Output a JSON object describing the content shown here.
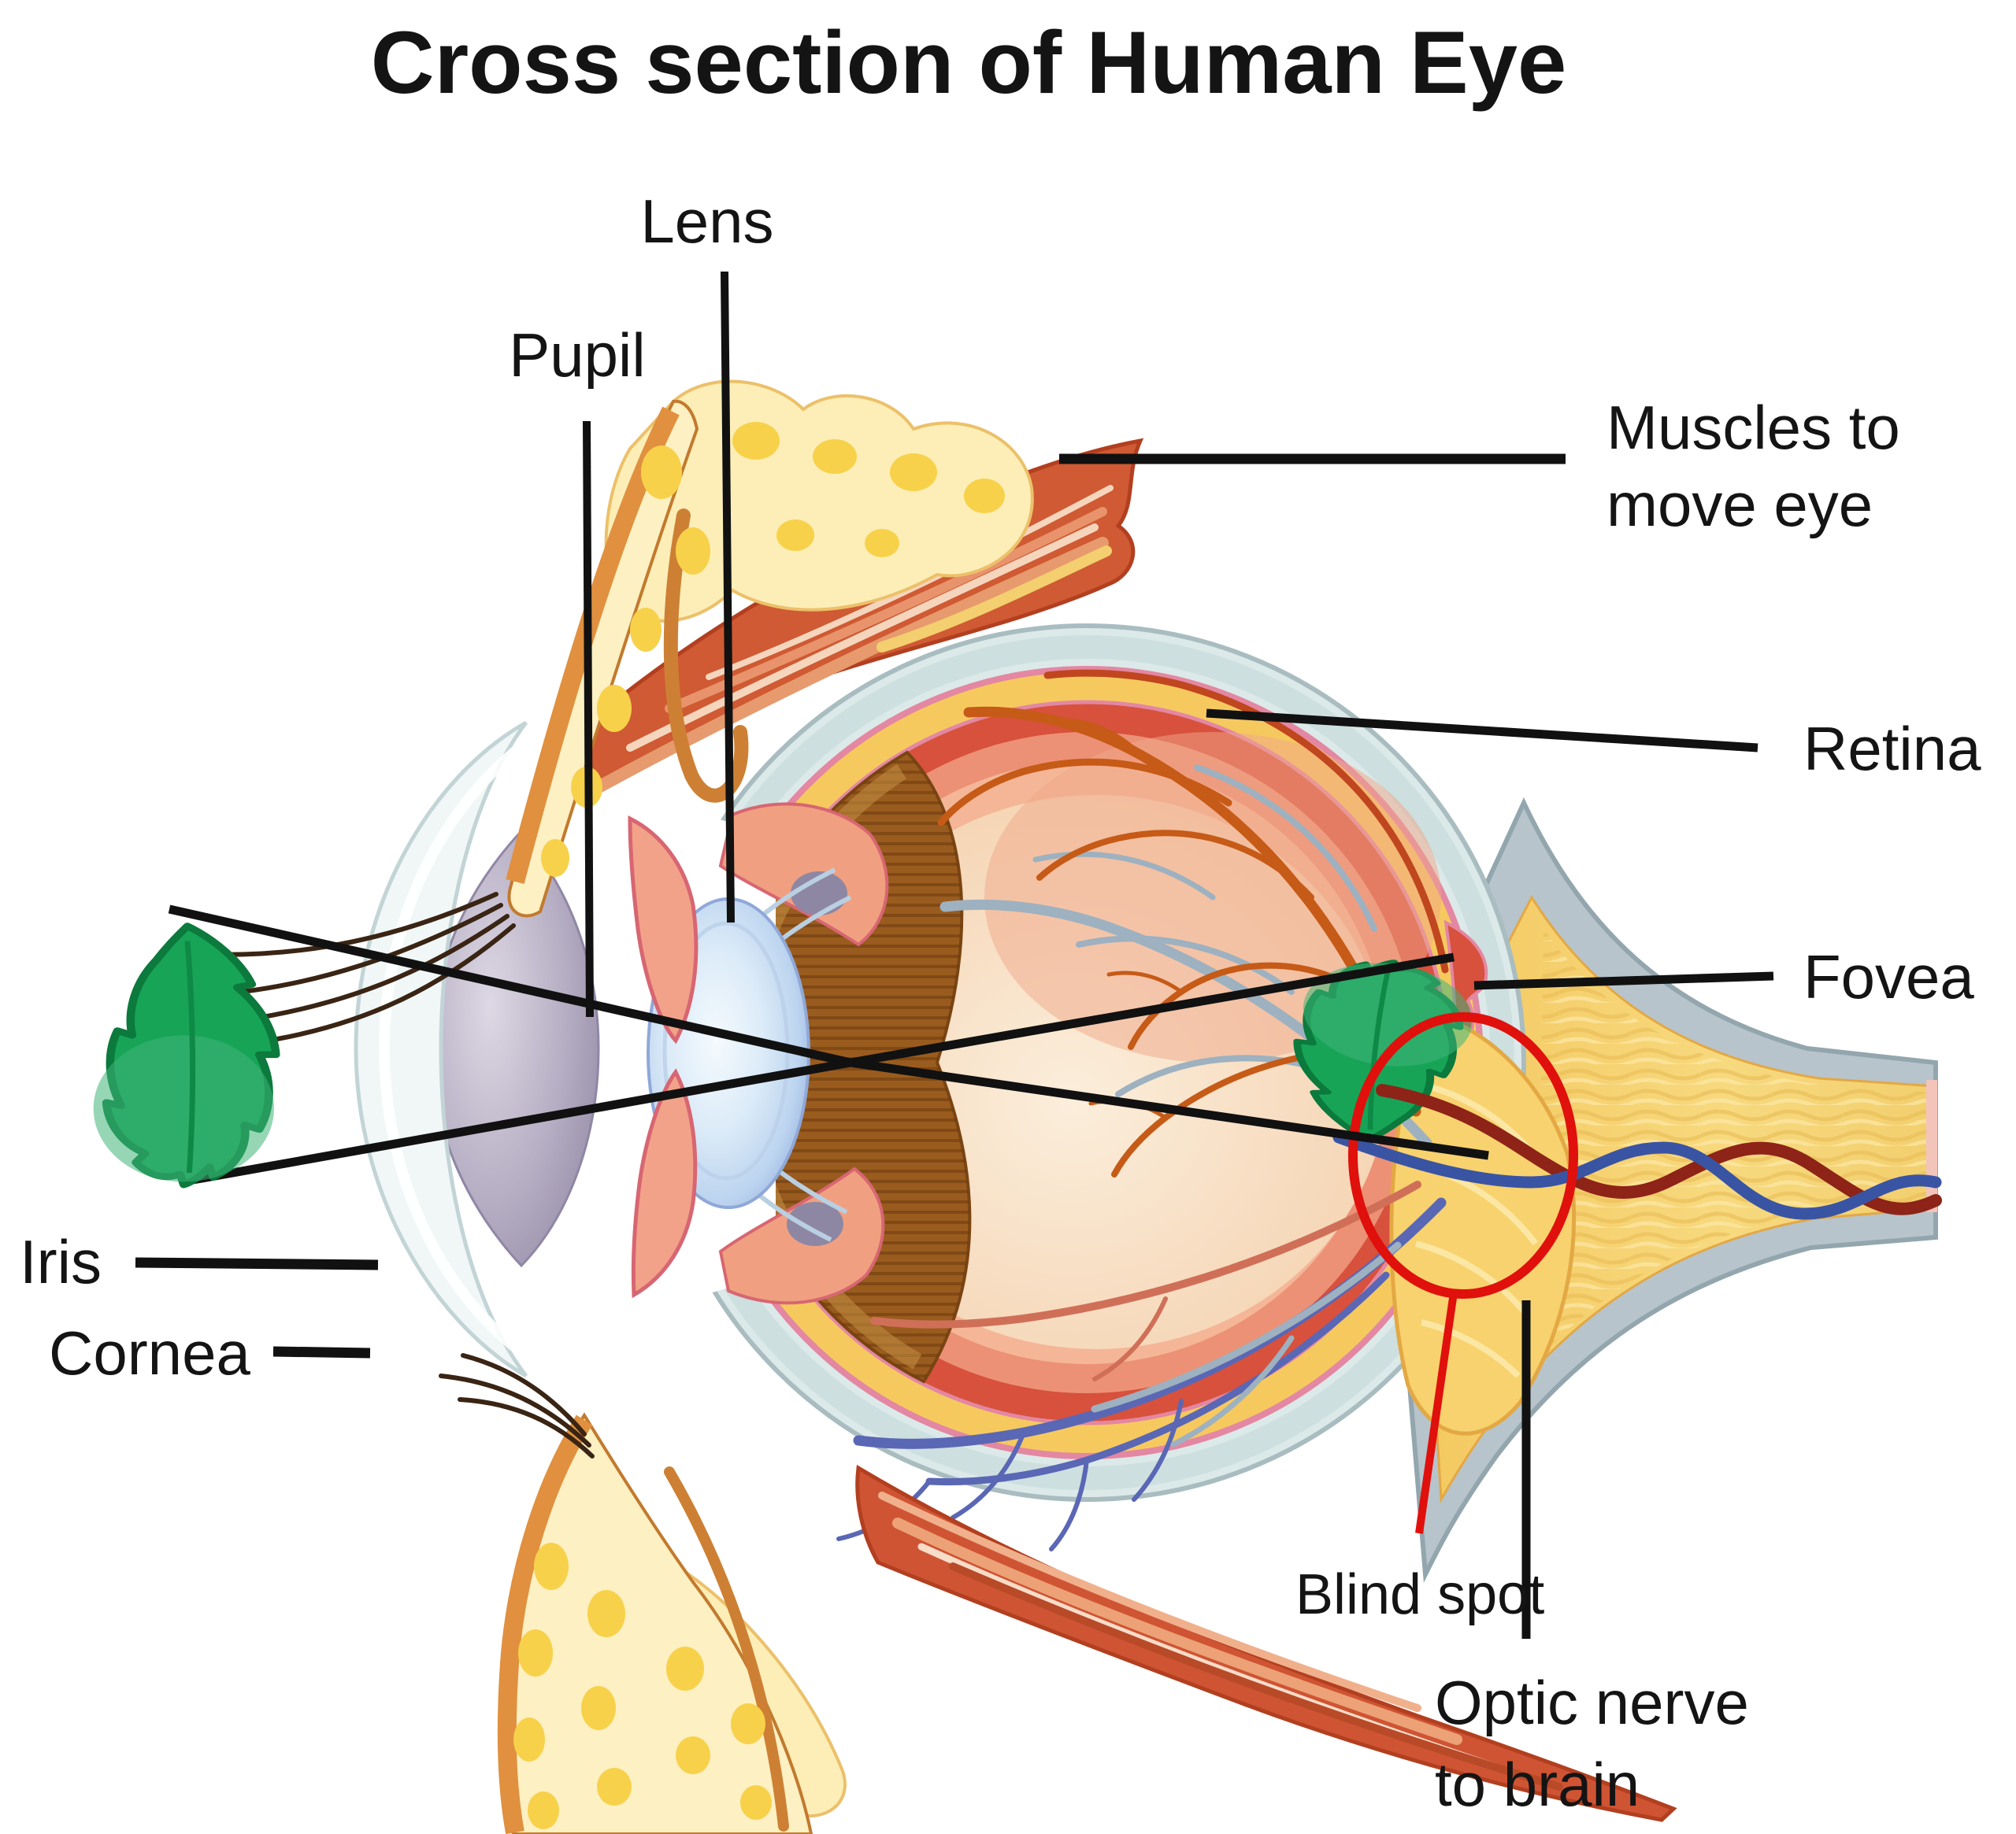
{
  "title": "Cross section of Human Eye",
  "labels": {
    "lens": "Lens",
    "pupil": "Pupil",
    "muscles_line1": "Muscles to",
    "muscles_line2": "move eye",
    "retina": "Retina",
    "fovea": "Fovea",
    "iris": "Iris",
    "cornea": "Cornea",
    "blind_spot": "Blind spot",
    "optic_line1": "Optic nerve",
    "optic_line2": "to brain"
  },
  "colors": {
    "label_ink": "#141414",
    "pointer_black": "#111111",
    "blind_spot_red": "#e0100c",
    "leaf_green": "#17a457",
    "leaf_outline": "#0b7a3c",
    "sclera": "#dce9e9",
    "choroid_yellow": "#f6c95f",
    "retina_red": "#d7513d",
    "retina_salmon": "#ec9175",
    "vitreous": "#f7d9ba",
    "artery_orange": "#c65a17",
    "vein_grey": "#9db1c0",
    "vein_blue": "#5a67b5",
    "muscle_red": "#cf5a33",
    "eyelid_cream": "#fdf0c2",
    "eyelid_border": "#e0903f",
    "fat_yellow": "#f8d14b",
    "nerve_yellow": "#f6d36b",
    "nerve_sheath": "#b7c4cb",
    "lens_blue": "#c9ddf4",
    "iris_pink": "#f2a289",
    "chamber_grey": "#a99fb8",
    "choroid_brown": "#9a5c1e",
    "twisted_artery": "#8e2318",
    "twisted_vein": "#3a54a4"
  }
}
